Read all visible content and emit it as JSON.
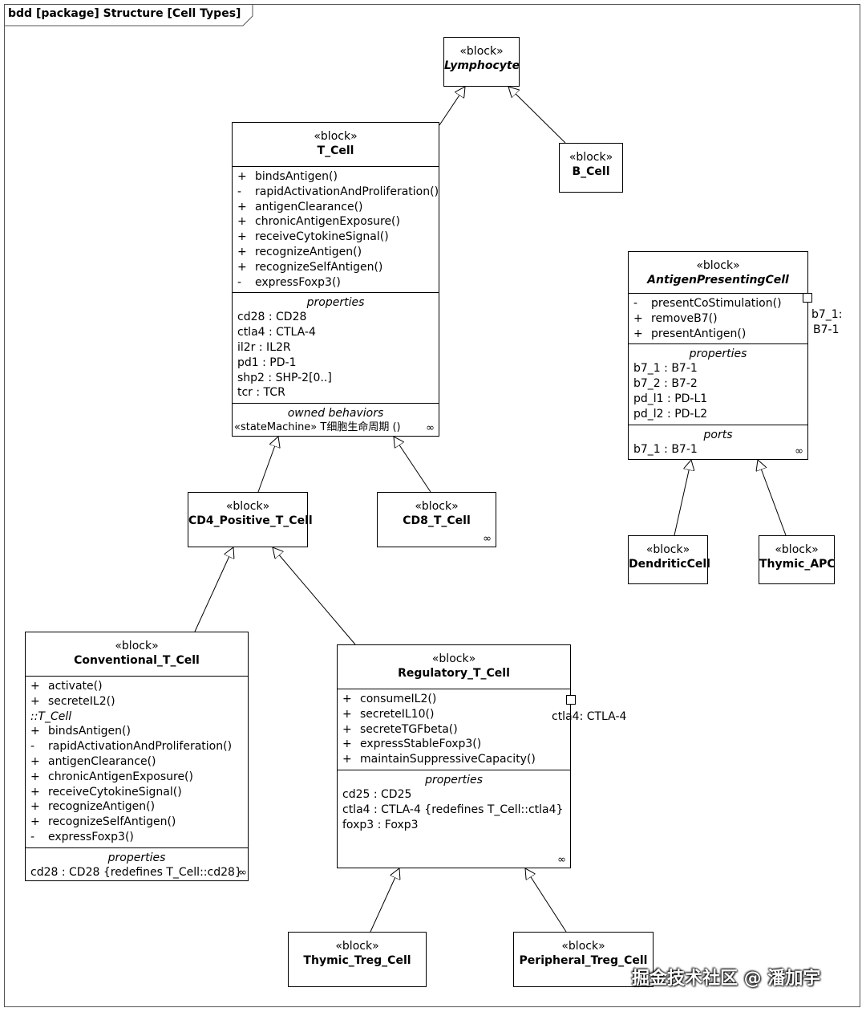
{
  "frame": {
    "title": "bdd [package] Structure [Cell Types]"
  },
  "stereotype": "«block»",
  "chain_icon": "∞",
  "blocks": {
    "lymphocyte": {
      "name": "Lymphocyte"
    },
    "b_cell": {
      "name": "B_Cell"
    },
    "t_cell": {
      "name": "T_Cell",
      "operations": [
        {
          "vis": "+",
          "name": "bindsAntigen()"
        },
        {
          "vis": "-",
          "name": "rapidActivationAndProliferation()"
        },
        {
          "vis": "+",
          "name": "antigenClearance()"
        },
        {
          "vis": "+",
          "name": "chronicAntigenExposure()"
        },
        {
          "vis": "+",
          "name": "receiveCytokineSignal()"
        },
        {
          "vis": "+",
          "name": "recognizeAntigen()"
        },
        {
          "vis": "+",
          "name": "recognizeSelfAntigen()"
        },
        {
          "vis": "-",
          "name": "expressFoxp3()"
        }
      ],
      "properties_title": "properties",
      "properties": [
        "cd28 : CD28",
        "ctla4 : CTLA-4",
        "il2r : IL2R",
        "pd1 : PD-1",
        "shp2 : SHP-2[0..]",
        "tcr : TCR"
      ],
      "behaviors_title": "owned behaviors",
      "behavior": "«stateMachine» T细胞生命周期 ()"
    },
    "apc": {
      "name": "AntigenPresentingCell",
      "operations": [
        {
          "vis": "-",
          "name": "presentCoStimulation()"
        },
        {
          "vis": "+",
          "name": "removeB7()"
        },
        {
          "vis": "+",
          "name": "presentAntigen()"
        }
      ],
      "properties_title": "properties",
      "properties": [
        "b7_1 : B7-1",
        "b7_2 : B7-2",
        "pd_l1 : PD-L1",
        "pd_l2 : PD-L2"
      ],
      "ports_title": "ports",
      "ports": [
        "b7_1 : B7-1"
      ],
      "port_label_1": "b7_1:",
      "port_label_2": "B7-1"
    },
    "cd4": {
      "name": "CD4_Positive_T_Cell"
    },
    "cd8": {
      "name": "CD8_T_Cell"
    },
    "dendritic": {
      "name": "DendriticCell"
    },
    "thymic_apc": {
      "name": "Thymic_APC"
    },
    "conventional": {
      "name": "Conventional_T_Cell",
      "operations": [
        {
          "vis": "+",
          "name": "activate()"
        },
        {
          "vis": "+",
          "name": "secreteIL2()"
        }
      ],
      "inherited_title": "::T_Cell",
      "inherited_operations": [
        {
          "vis": "+",
          "name": "bindsAntigen()"
        },
        {
          "vis": "-",
          "name": "rapidActivationAndProliferation()"
        },
        {
          "vis": "+",
          "name": "antigenClearance()"
        },
        {
          "vis": "+",
          "name": "chronicAntigenExposure()"
        },
        {
          "vis": "+",
          "name": "receiveCytokineSignal()"
        },
        {
          "vis": "+",
          "name": "recognizeAntigen()"
        },
        {
          "vis": "+",
          "name": "recognizeSelfAntigen()"
        },
        {
          "vis": "-",
          "name": "expressFoxp3()"
        }
      ],
      "properties_title": "properties",
      "properties": [
        "cd28 : CD28 {redefines T_Cell::cd28}"
      ]
    },
    "regulatory": {
      "name": "Regulatory_T_Cell",
      "operations": [
        {
          "vis": "+",
          "name": "consumeIL2()"
        },
        {
          "vis": "+",
          "name": "secreteIL10()"
        },
        {
          "vis": "+",
          "name": "secreteTGFbeta()"
        },
        {
          "vis": "+",
          "name": "expressStableFoxp3()"
        },
        {
          "vis": "+",
          "name": "maintainSuppressiveCapacity()"
        }
      ],
      "properties_title": "properties",
      "properties": [
        "cd25 : CD25",
        "ctla4 : CTLA-4 {redefines T_Cell::ctla4}",
        "foxp3 : Foxp3"
      ],
      "port_label": "ctla4: CTLA-4"
    },
    "thymic_treg": {
      "name": "Thymic_Treg_Cell"
    },
    "peripheral_treg": {
      "name": "Peripheral_Treg_Cell"
    }
  },
  "watermark": "掘金技术社区 @ 潘加宇"
}
